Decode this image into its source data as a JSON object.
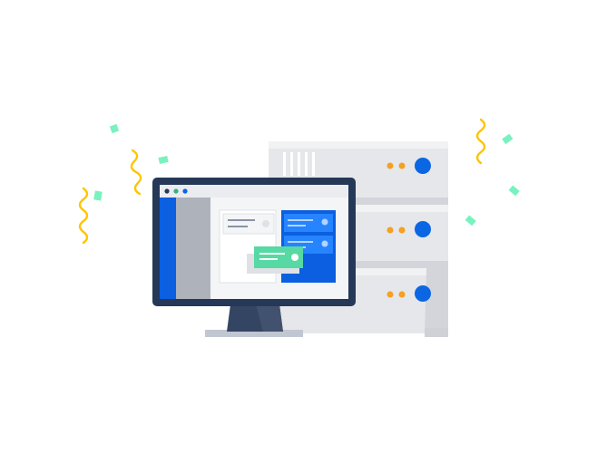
{
  "colors": {
    "background": "#ffffff",
    "server_face": "#e6e7ea",
    "server_shadow": "#cfd1d6",
    "server_dark": "#bfc2c8",
    "led_orange": "#f5a022",
    "led_blue": "#0b66e4",
    "monitor_frame": "#253858",
    "monitor_screen": "#f4f5f7",
    "sidebar_blue": "#0b5fe0",
    "sidebar_gray": "#aeb3bb",
    "card_white": "#ffffff",
    "card_green": "#57d9a3",
    "card_blue": "#2684ff",
    "confetti_yellow": "#ffc400",
    "confetti_green": "#79f2c0"
  },
  "icons": [
    "server-rack-icon",
    "desktop-monitor-icon",
    "confetti-icon"
  ],
  "server": {
    "unit_count": 3
  },
  "monitor": {
    "window_dots": [
      "close-dot",
      "minimize-dot",
      "maximize-dot"
    ]
  }
}
